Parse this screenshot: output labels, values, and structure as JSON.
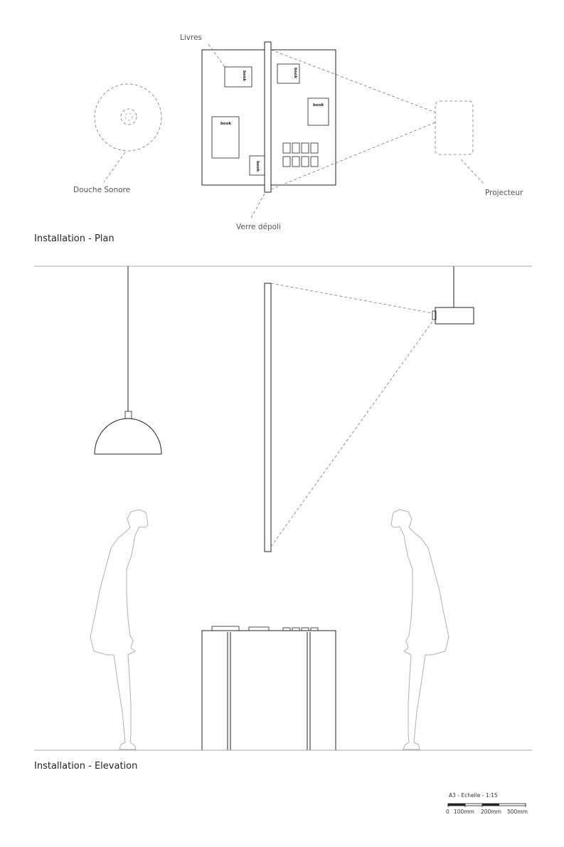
{
  "plan": {
    "title": "Installation - Plan",
    "labels": {
      "books": "Livres",
      "sound_shower": "Douche Sonore",
      "frosted_glass": "Verre dépoli",
      "projector": "Projecteur"
    },
    "book_text": "book"
  },
  "elevation": {
    "title": "Installation - Elevation"
  },
  "scale": {
    "title": "A3 - Echelle - 1:15",
    "ticks": [
      "0",
      "100mm",
      "200mm",
      "500mm"
    ]
  }
}
